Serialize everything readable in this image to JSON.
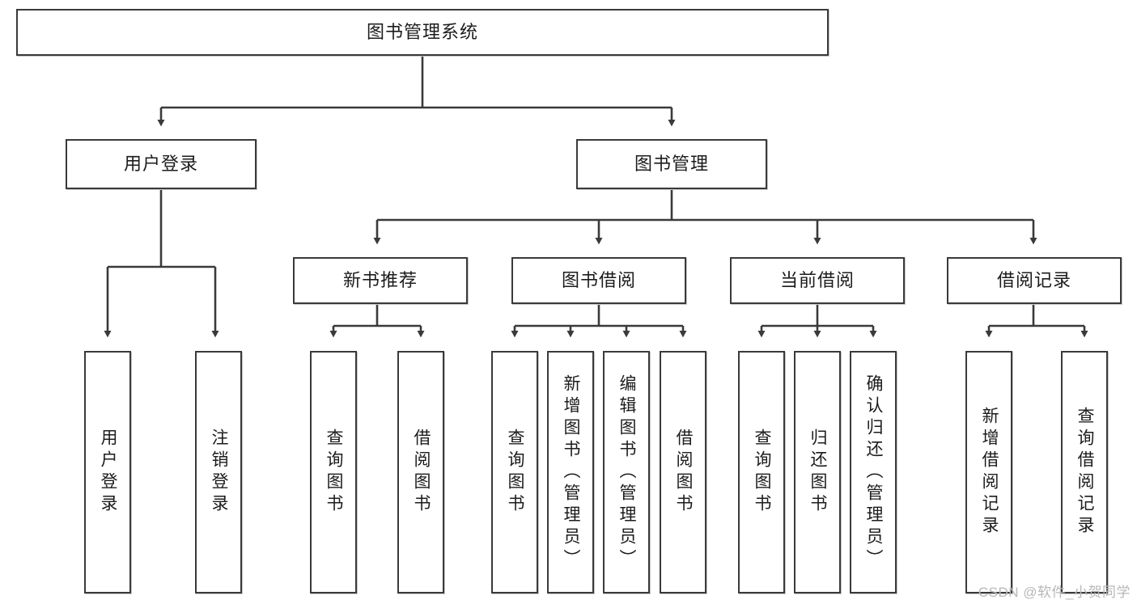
{
  "diagram": {
    "type": "tree-hierarchy",
    "title": "图书管理系统",
    "root": {
      "id": "root",
      "label": "图书管理系统",
      "orientation": "horizontal"
    },
    "level2": [
      {
        "id": "user-login",
        "label": "用户登录",
        "orientation": "horizontal"
      },
      {
        "id": "book-management",
        "label": "图书管理",
        "orientation": "horizontal"
      }
    ],
    "level3": [
      {
        "id": "new-book-recommend",
        "label": "新书推荐",
        "orientation": "horizontal",
        "parent": "book-management"
      },
      {
        "id": "book-borrow",
        "label": "图书借阅",
        "orientation": "horizontal",
        "parent": "book-management"
      },
      {
        "id": "current-borrow",
        "label": "当前借阅",
        "orientation": "horizontal",
        "parent": "book-management"
      },
      {
        "id": "borrow-record",
        "label": "借阅记录",
        "orientation": "horizontal",
        "parent": "book-management"
      }
    ],
    "leaves": [
      {
        "id": "leaf-user-login",
        "label": "用户登录",
        "parent": "user-login",
        "orientation": "vertical"
      },
      {
        "id": "leaf-user-logout",
        "label": "注销登录",
        "parent": "user-login",
        "orientation": "vertical"
      },
      {
        "id": "leaf-query-book-rec",
        "label": "查询图书",
        "parent": "new-book-recommend",
        "orientation": "vertical"
      },
      {
        "id": "leaf-borrow-book-rec",
        "label": "借阅图书",
        "parent": "new-book-recommend",
        "orientation": "vertical"
      },
      {
        "id": "leaf-query-book-borrow",
        "label": "查询图书",
        "parent": "book-borrow",
        "orientation": "vertical"
      },
      {
        "id": "leaf-add-book-admin",
        "label": "新增图书（管理员）",
        "parent": "book-borrow",
        "orientation": "vertical"
      },
      {
        "id": "leaf-edit-book-admin",
        "label": "编辑图书（管理员）",
        "parent": "book-borrow",
        "orientation": "vertical"
      },
      {
        "id": "leaf-borrow-book",
        "label": "借阅图书",
        "parent": "book-borrow",
        "orientation": "vertical"
      },
      {
        "id": "leaf-query-book-current",
        "label": "查询图书",
        "parent": "current-borrow",
        "orientation": "vertical"
      },
      {
        "id": "leaf-return-book",
        "label": "归还图书",
        "parent": "current-borrow",
        "orientation": "vertical"
      },
      {
        "id": "leaf-confirm-return-admin",
        "label": "确认归还（管理员）",
        "parent": "current-borrow",
        "orientation": "vertical"
      },
      {
        "id": "leaf-add-record",
        "label": "新增借阅记录",
        "parent": "borrow-record",
        "orientation": "vertical"
      },
      {
        "id": "leaf-query-record",
        "label": "查询借阅记录",
        "parent": "borrow-record",
        "orientation": "vertical"
      }
    ],
    "colors": {
      "border": "#3a3a3a",
      "fill": "#ffffff",
      "text": "#1c1c1c",
      "edge": "#3a3a3a",
      "watermark": "#b8b8b8"
    }
  },
  "watermark": {
    "text": "CSDN @软件_小贺同学"
  }
}
